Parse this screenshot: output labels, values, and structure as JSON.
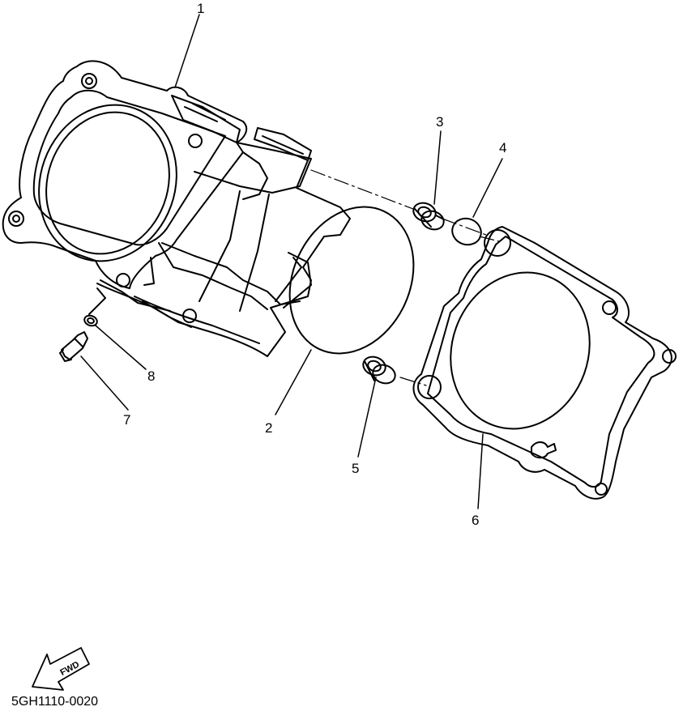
{
  "callouts": {
    "c1": "1",
    "c2": "2",
    "c3": "3",
    "c4": "4",
    "c5": "5",
    "c6": "6",
    "c7": "7",
    "c8": "8"
  },
  "fwd_label": "FWD",
  "part_code": "5GH1110-0020",
  "colors": {
    "ink": "#000000",
    "paper": "#ffffff"
  }
}
